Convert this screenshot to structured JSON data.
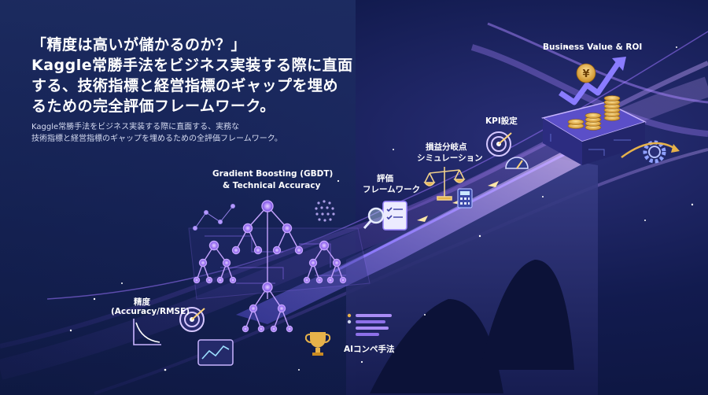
{
  "headline": {
    "line1": "「精度は高いが儲かるのか？」",
    "line2": "Kaggle常勝手法をビジネス実装する際に直面",
    "line3": "する、技術指標と経営指標のギャップを埋め",
    "line4": "るための完全評価フレームワーク。"
  },
  "subtitle": {
    "line1": "Kaggle常勝手法をビジネス実装する際に直面する、実務な",
    "line2": "技術指標と経営指標のギャップを埋めるための全評価フレームワーク。"
  },
  "labels": {
    "gbdt_line1": "Gradient Boosting (GBDT)",
    "gbdt_line2": "& Technical Accuracy",
    "accuracy_line1": "精度",
    "accuracy_line2": "(Accuracy/RMSE)",
    "ai_comp": "AIコンペ手法",
    "framework_line1": "評価",
    "framework_line2": "フレームワーク",
    "breakeven_line1": "損益分岐点",
    "breakeven_line2": "シミュレーション",
    "kpi": "KPI設定",
    "business_value": "Business Value & ROI",
    "yen_symbol": "¥"
  },
  "colors": {
    "background": "#0d1740",
    "accent_purple": "#9b6cf0",
    "accent_lavender": "#c9a8ff",
    "gold": "#e7b24a",
    "cyan_glow": "#6fc9ff"
  }
}
